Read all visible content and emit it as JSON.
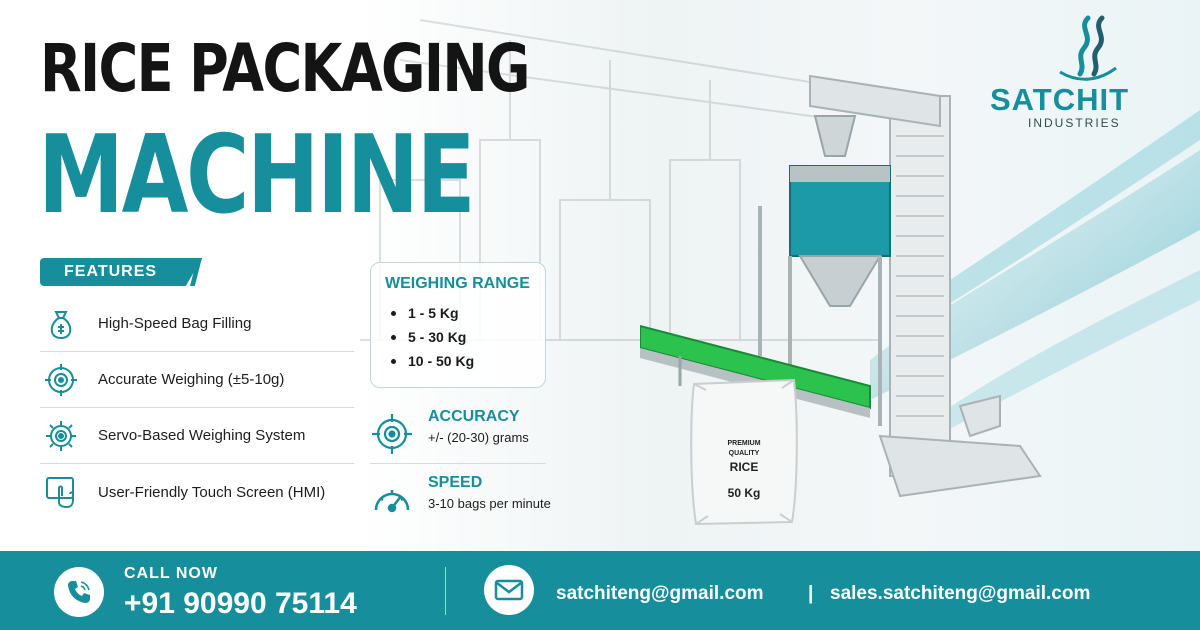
{
  "title": {
    "line1": "RICE PACKAGING",
    "line2": "MACHINE"
  },
  "brand": {
    "name": "SATCHIT",
    "subtitle": "INDUSTRIES",
    "color": "#168e9b"
  },
  "features": {
    "heading": "FEATURES",
    "items": [
      {
        "label": "High-Speed Bag Filling",
        "icon": "money-bag-icon"
      },
      {
        "label": "Accurate Weighing (±5-10g)",
        "icon": "target-icon"
      },
      {
        "label": "Servo-Based Weighing System",
        "icon": "gear-icon"
      },
      {
        "label": "User-Friendly Touch Screen (HMI)",
        "icon": "touch-screen-icon"
      }
    ]
  },
  "weighing_range": {
    "heading": "WEIGHING RANGE",
    "items": [
      "1 - 5 Kg",
      "5 - 30 Kg",
      "10 - 50 Kg"
    ]
  },
  "accuracy": {
    "heading": "ACCURACY",
    "value": "+/- (20-30) grams",
    "icon": "crosshair-icon"
  },
  "speed": {
    "heading": "SPEED",
    "value": "3-10 bags per minute",
    "icon": "speedometer-icon"
  },
  "bag": {
    "line1": "PREMIUM",
    "line2": "QUALITY",
    "line3": "RICE",
    "weight": "50 Kg"
  },
  "footer": {
    "call_label": "CALL NOW",
    "phone": "+91 90990 75114",
    "email_1": "satchiteng@gmail.com",
    "separator": "|",
    "email_2": "sales.satchiteng@gmail.com",
    "background": "#168e9b"
  }
}
